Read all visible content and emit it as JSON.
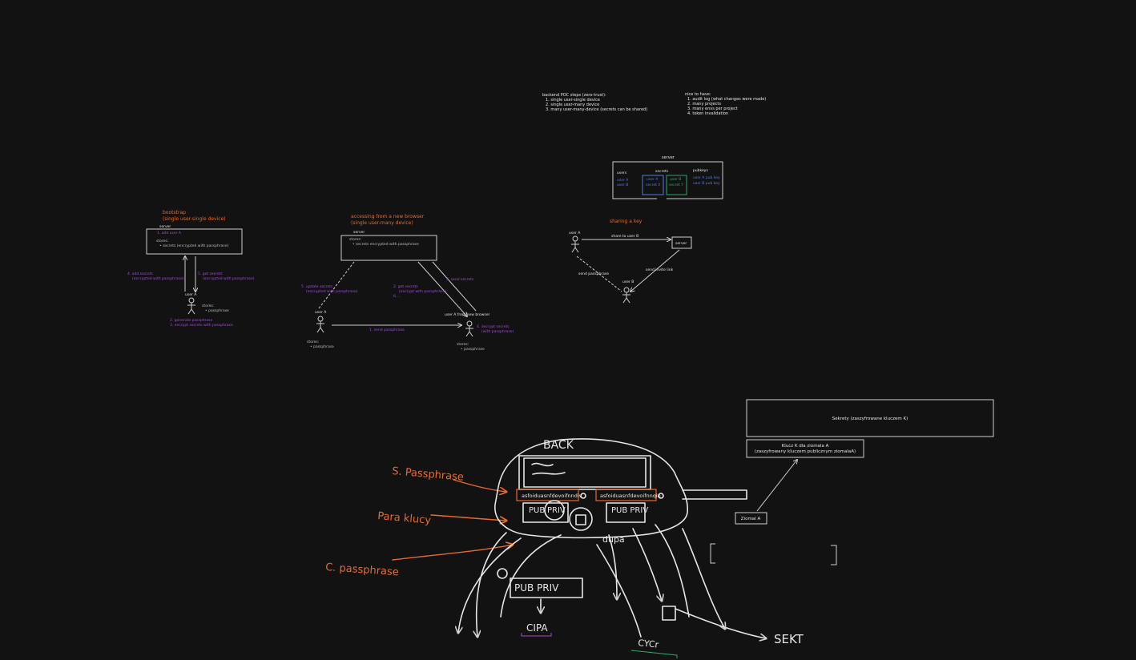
{
  "poc": {
    "title": "backend POC steps (zero-trust):",
    "items": [
      "1. single user-single device",
      "2. single user-many device",
      "3. many user-many-device (secrets can be shared)"
    ]
  },
  "nice": {
    "title": "nice to have:",
    "items": [
      "1. audit log (what changes were made)",
      "2. many projects",
      "3. many envs per project",
      "4. token invalidation"
    ]
  },
  "serverbox": {
    "title": "server",
    "users_head": "users",
    "secrets_head": "secrets",
    "pubkeys_head": "pubkeys",
    "users": [
      "user A",
      "user B"
    ],
    "secrets_a": [
      "user A",
      "secret X"
    ],
    "secrets_b": [
      "user B",
      "secret Y"
    ],
    "pubkeys": [
      "user A pub key",
      "user B pub key"
    ]
  },
  "sharing": {
    "title": "sharing a key",
    "user_a": "user A",
    "user_b": "user B",
    "server": "server",
    "share": "share to user B",
    "send_pass": "send passphrase",
    "invite": "send invite link"
  },
  "bootstrap": {
    "title1": "bootstrap",
    "title2": "(single user-single device)",
    "server": "server",
    "step1": "1. add user A",
    "stores": "stores:",
    "stores_item": "• secrets (encrypted with passphrase)",
    "step4a": "4. add secrets",
    "step4b": "(encrypted with passphrase)",
    "step5a": "5. get secrets",
    "step5b": "(encrypted with passphrase)",
    "user": "user A",
    "user_stores": "stores:",
    "user_stores_item": "• passphrase",
    "step2": "2. generate passphrase",
    "step3": "3. encrypt secrets with passphrase"
  },
  "access": {
    "title1": "accessing from a new browser",
    "title2": "(single user-many device)",
    "server": "server",
    "stores": "stores:",
    "stores_item": "• secrets encrypted with passphrase",
    "step5a": "5. update secrets",
    "step5b": "(encrypted with passphrase)",
    "step2a": "2. get secrets",
    "step2b": "(encrypt with passphrase)",
    "step6": "6. ...",
    "step3": "3. send secrets",
    "user_a": "user A",
    "user_a2": "user A from new browser",
    "send_pass": "1. send passphrase",
    "step4a": "4. decrypt secrets",
    "step4b": "(with passphrase)",
    "ua_stores": "stores:",
    "ua_item": "• passphrase",
    "ub_stores": "stores:",
    "ub_item": "• passphrase"
  },
  "sketch": {
    "back": "BACK",
    "s_pass": "S. Passphrase",
    "para": "Para klucy",
    "c_pass": "C. passphrase",
    "field1": "asfoiduasnfdevoifnndiv",
    "field2": "asfoiduasnfdevoifnnqin",
    "pub": "PUB",
    "priv": "PRIV",
    "pubpriv": "PUB PRIV",
    "dupa": "dupa",
    "pub_priv_box": "PUB   PRIV",
    "cipa": "CIPA",
    "cycr": "CYCr",
    "sekt": "SEKT"
  },
  "boxes": {
    "secrets": "Sekrety (zaszyfrowane kluczem K)",
    "key1": "Klucz K dla ziomala A",
    "key2": "(zaszyfrowany kluczem publicznym ziomalaA)",
    "ziomal": "Ziomal A"
  },
  "colors": {
    "background": "#121212",
    "text": "#e6e6e6",
    "orange": "#e8692a",
    "purple": "#9d4fd0",
    "blue": "#4f7be6",
    "green": "#2fa86a"
  }
}
